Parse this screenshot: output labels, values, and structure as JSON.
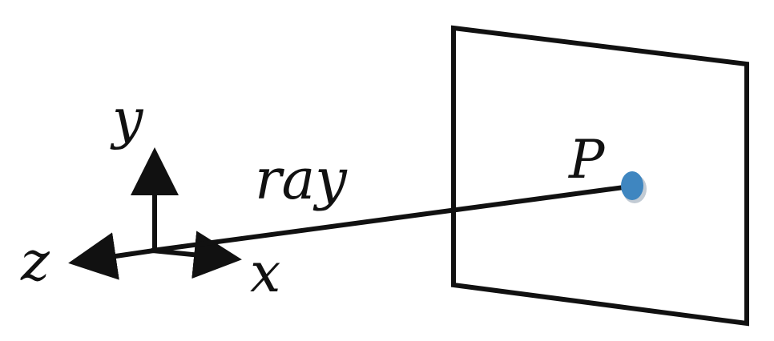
{
  "labels": {
    "y_axis": "y",
    "x_axis": "x",
    "z_axis": "z",
    "ray": "ray",
    "point": "P"
  },
  "colors": {
    "stroke": "#111111",
    "point_fill": "#3f86c0",
    "point_shadow": "#9aa9b8",
    "background": "#ffffff"
  }
}
